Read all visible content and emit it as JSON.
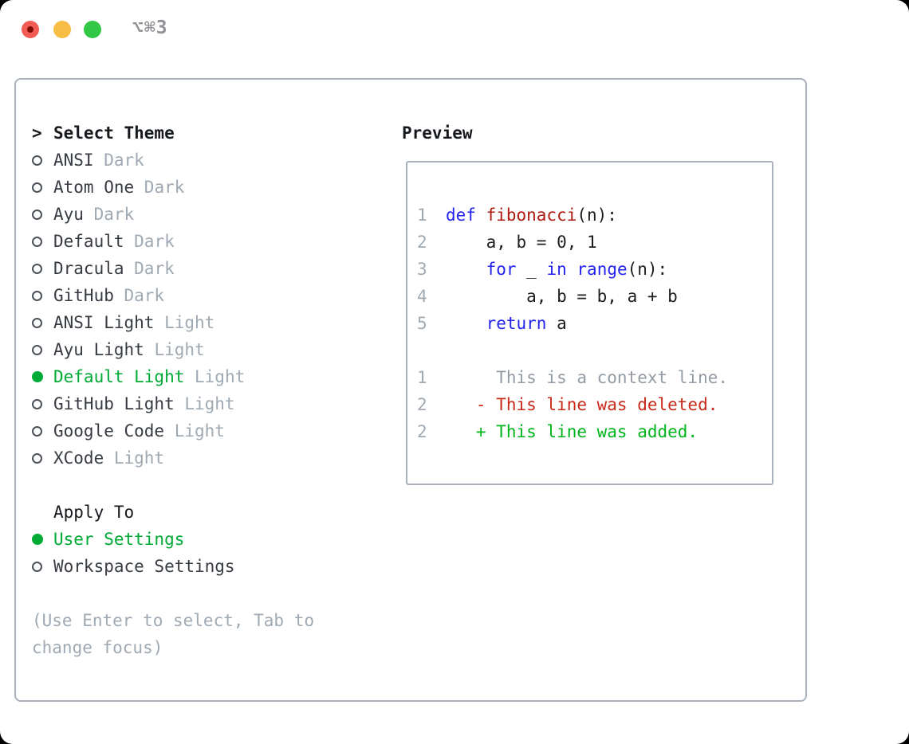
{
  "window": {
    "shortcut_label": "⌥⌘3"
  },
  "colors": {
    "traffic_red": "#f25c54",
    "traffic_yellow": "#f7bd45",
    "traffic_green": "#32c846",
    "panel_border": "#a9b1bc",
    "selected_green": "#00ab35",
    "keyword_blue": "#2323ee",
    "function_red": "#ae1a10",
    "deleted_red": "#c9291a",
    "added_green": "#00b41c",
    "muted_gray": "#9fa9b3"
  },
  "theme_selector": {
    "prompt": ">",
    "title": "Select Theme",
    "items": [
      {
        "name": "ANSI",
        "variant": " Dark",
        "selected": false
      },
      {
        "name": "Atom One",
        "variant": " Dark",
        "selected": false
      },
      {
        "name": "Ayu",
        "variant": " Dark",
        "selected": false
      },
      {
        "name": "Default",
        "variant": " Dark",
        "selected": false
      },
      {
        "name": "Dracula",
        "variant": " Dark",
        "selected": false
      },
      {
        "name": "GitHub",
        "variant": " Dark",
        "selected": false
      },
      {
        "name": "ANSI Light",
        "variant": " Light",
        "selected": false
      },
      {
        "name": "Ayu Light",
        "variant": " Light",
        "selected": false
      },
      {
        "name": "Default Light",
        "variant": " Light",
        "selected": true
      },
      {
        "name": "GitHub Light",
        "variant": " Light",
        "selected": false
      },
      {
        "name": "Google Code",
        "variant": " Light",
        "selected": false
      },
      {
        "name": "XCode",
        "variant": " Light",
        "selected": false
      }
    ]
  },
  "apply_to": {
    "title": "Apply To",
    "options": [
      {
        "label": "User Settings",
        "selected": true
      },
      {
        "label": "Workspace Settings",
        "selected": false
      }
    ]
  },
  "hint": "(Use Enter to select, Tab to change focus)",
  "preview": {
    "title": "Preview",
    "code_lines": [
      {
        "num": "1",
        "segments": [
          {
            "text": "def ",
            "style": "kw"
          },
          {
            "text": "fibonacci",
            "style": "fn"
          },
          {
            "text": "(n):",
            "style": "pl"
          }
        ]
      },
      {
        "num": "2",
        "segments": [
          {
            "text": "    a, b = 0, 1",
            "style": "pl"
          }
        ]
      },
      {
        "num": "3",
        "segments": [
          {
            "text": "    ",
            "style": "pl"
          },
          {
            "text": "for",
            "style": "kw"
          },
          {
            "text": " _ ",
            "style": "pl"
          },
          {
            "text": "in",
            "style": "kw"
          },
          {
            "text": " ",
            "style": "pl"
          },
          {
            "text": "range",
            "style": "kw"
          },
          {
            "text": "(n):",
            "style": "pl"
          }
        ]
      },
      {
        "num": "4",
        "segments": [
          {
            "text": "        a, b = b, a + b",
            "style": "pl"
          }
        ]
      },
      {
        "num": "5",
        "segments": [
          {
            "text": "    ",
            "style": "pl"
          },
          {
            "text": "return",
            "style": "kw"
          },
          {
            "text": " a",
            "style": "pl"
          }
        ]
      },
      {
        "num": "",
        "segments": []
      },
      {
        "num": "1",
        "segments": [
          {
            "text": "     This is a context line.",
            "style": "ctx"
          }
        ]
      },
      {
        "num": "2",
        "segments": [
          {
            "text": "   - This line was deleted.",
            "style": "del"
          }
        ]
      },
      {
        "num": "2",
        "segments": [
          {
            "text": "   + This line was added.",
            "style": "add"
          }
        ]
      }
    ]
  }
}
